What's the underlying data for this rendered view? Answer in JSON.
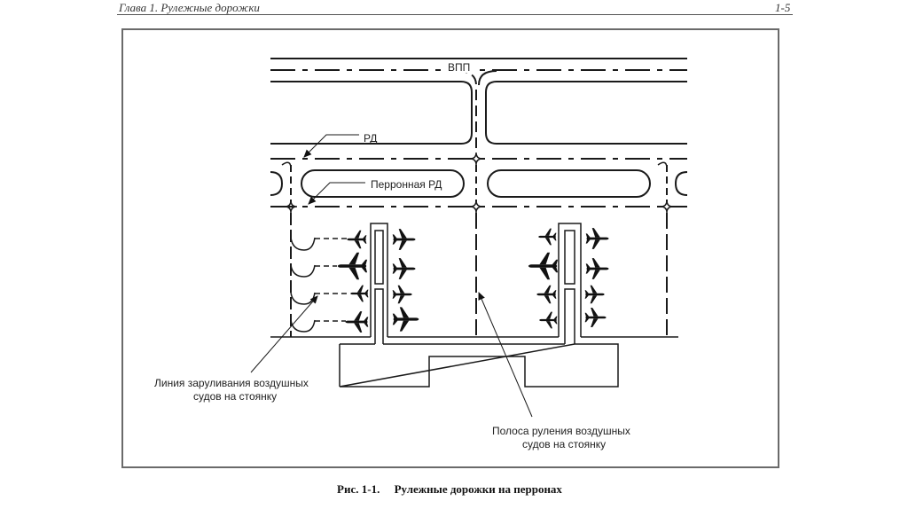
{
  "header": {
    "chapter_title": "Глава 1. Рулежные дорожки",
    "page_number": "1-5"
  },
  "diagram": {
    "labels": {
      "runway": "ВПП",
      "taxiway": "РД",
      "apron_taxiway": "Перронная РД",
      "lead_in_line_1": "Линия заруливания воздушных",
      "lead_in_line_2": "судов на стоянку",
      "taxilane_1": "Полоса руления воздушных",
      "taxilane_2": "судов на стоянку"
    },
    "aircraft_left_group": 8,
    "aircraft_right_group": 8
  },
  "caption": {
    "figure_number": "Рис. 1-1.",
    "figure_title": "Рулежные дорожки на перронах"
  }
}
